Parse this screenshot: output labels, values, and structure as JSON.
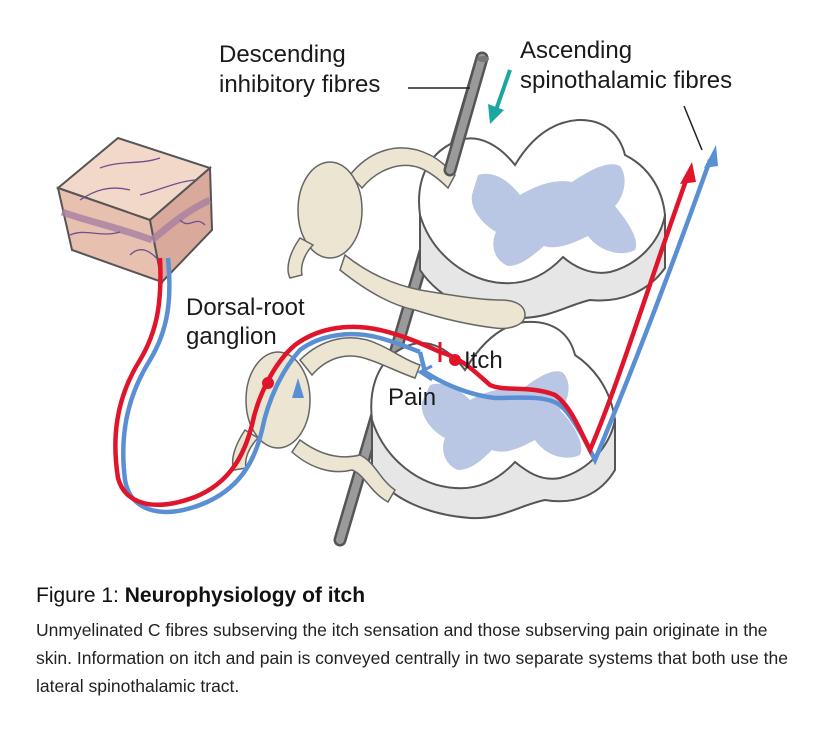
{
  "labels": {
    "descending_1": "Descending",
    "descending_2": "inhibitory fibres",
    "ascending_1": "Ascending",
    "ascending_2": "spinothalamic fibres",
    "drg_1": "Dorsal-root",
    "drg_2": "ganglion",
    "itch": "Itch",
    "pain": "Pain"
  },
  "caption": {
    "prefix": "Figure 1: ",
    "title": "Neurophysiology of itch",
    "body": "Unmyelinated C fibres subserving the itch sensation and those subserving pain originate in the skin. Information on itch and pain is conveyed centrally in two separate systems that both use the lateral spinothalamic tract."
  },
  "colors": {
    "itch_fibre": "#e0142a",
    "pain_fibre": "#5b8fd4",
    "descending_arrow": "#1aa7a0",
    "grey_matter": "#b9c6e4",
    "nerve": "#ece5d2"
  }
}
